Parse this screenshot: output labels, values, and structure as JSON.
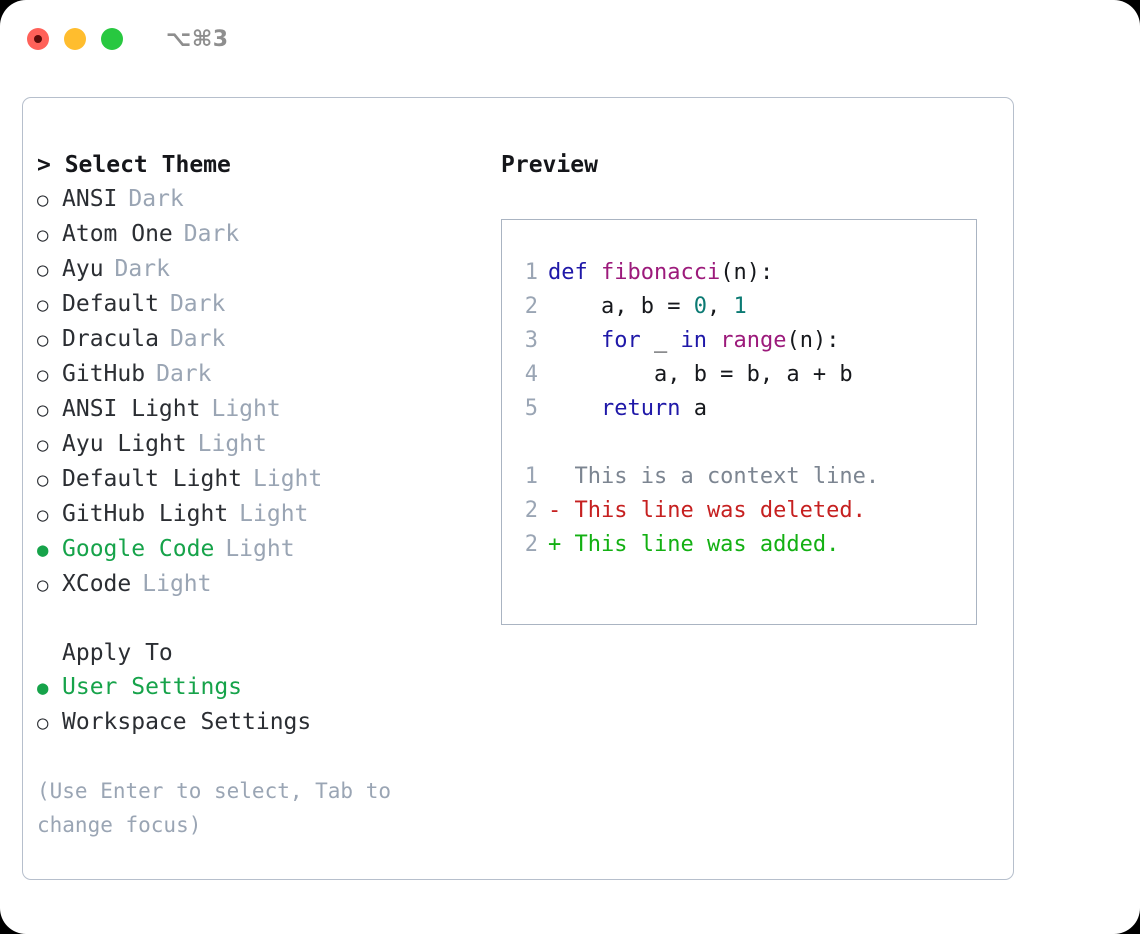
{
  "titlebar": {
    "shortcut": "⌥⌘3",
    "lights": [
      {
        "name": "close",
        "color": "#ff6159"
      },
      {
        "name": "minimize",
        "color": "#ffbd2e"
      },
      {
        "name": "maximize",
        "color": "#28c840"
      }
    ]
  },
  "theme_picker": {
    "header": "> Select Theme",
    "bullet_unselected": "○",
    "bullet_selected": "●",
    "items": [
      {
        "label": "ANSI",
        "tag": "Dark",
        "selected": false
      },
      {
        "label": "Atom One",
        "tag": "Dark",
        "selected": false
      },
      {
        "label": "Ayu",
        "tag": "Dark",
        "selected": false
      },
      {
        "label": "Default",
        "tag": "Dark",
        "selected": false
      },
      {
        "label": "Dracula",
        "tag": "Dark",
        "selected": false
      },
      {
        "label": "GitHub",
        "tag": "Dark",
        "selected": false
      },
      {
        "label": "ANSI Light",
        "tag": "Light",
        "selected": false
      },
      {
        "label": "Ayu Light",
        "tag": "Light",
        "selected": false
      },
      {
        "label": "Default Light",
        "tag": "Light",
        "selected": false
      },
      {
        "label": "GitHub Light",
        "tag": "Light",
        "selected": false
      },
      {
        "label": "Google Code",
        "tag": "Light",
        "selected": true
      },
      {
        "label": "XCode",
        "tag": "Light",
        "selected": false
      }
    ]
  },
  "apply_to": {
    "header": "Apply To",
    "items": [
      {
        "label": "User Settings",
        "selected": true
      },
      {
        "label": "Workspace Settings",
        "selected": false
      }
    ]
  },
  "hint": "(Use Enter to select, Tab to change focus)",
  "preview": {
    "header": "Preview",
    "code_lines": [
      {
        "no": "1",
        "tokens": [
          {
            "t": "def ",
            "c": "kw"
          },
          {
            "t": "fibonacci",
            "c": "fn"
          },
          {
            "t": "(n):",
            "c": "pl"
          }
        ]
      },
      {
        "no": "2",
        "tokens": [
          {
            "t": "    a, b = ",
            "c": "pl"
          },
          {
            "t": "0",
            "c": "num"
          },
          {
            "t": ", ",
            "c": "pl"
          },
          {
            "t": "1",
            "c": "num"
          }
        ]
      },
      {
        "no": "3",
        "tokens": [
          {
            "t": "    ",
            "c": "pl"
          },
          {
            "t": "for",
            "c": "kw"
          },
          {
            "t": " _ ",
            "c": "pl"
          },
          {
            "t": "in",
            "c": "kw"
          },
          {
            "t": " ",
            "c": "pl"
          },
          {
            "t": "range",
            "c": "fn"
          },
          {
            "t": "(n):",
            "c": "pl"
          }
        ]
      },
      {
        "no": "4",
        "tokens": [
          {
            "t": "        a, b = b, a + b",
            "c": "pl"
          }
        ]
      },
      {
        "no": "5",
        "tokens": [
          {
            "t": "    ",
            "c": "pl"
          },
          {
            "t": "return",
            "c": "kw"
          },
          {
            "t": " a",
            "c": "pl"
          }
        ]
      }
    ],
    "diff_lines": [
      {
        "no": "1",
        "marker": "  ",
        "text": "This is a context line.",
        "kind": "ctx"
      },
      {
        "no": "2",
        "marker": "- ",
        "text": "This line was deleted.",
        "kind": "del"
      },
      {
        "no": "2",
        "marker": "+ ",
        "text": "This line was added.",
        "kind": "add"
      }
    ]
  }
}
